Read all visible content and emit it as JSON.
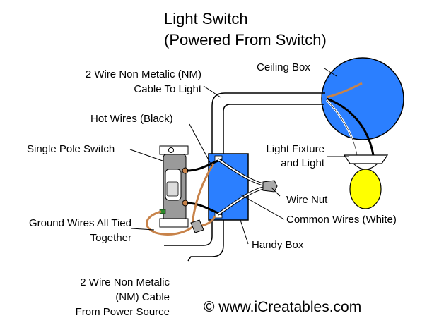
{
  "title": {
    "line1": "Light Switch",
    "line2": "(Powered From Switch)"
  },
  "labels": {
    "nm_cable_to_light_1": "2 Wire Non Metalic (NM)",
    "nm_cable_to_light_2": "Cable To Light",
    "hot_wires": "Hot Wires (Black)",
    "single_pole_switch": "Single Pole Switch",
    "ground_wires_1": "Ground Wires All Tied",
    "ground_wires_2": "Together",
    "nm_cable_power_1": "2 Wire Non Metalic",
    "nm_cable_power_2": "(NM) Cable",
    "nm_cable_power_3": "From Power Source",
    "ceiling_box": "Ceiling Box",
    "light_fixture_1": "Light Fixture",
    "light_fixture_2": "and Light",
    "wire_nut": "Wire Nut",
    "common_wires": "Common Wires (White)",
    "handy_box": "Handy Box"
  },
  "footer": "© www.iCreatables.com",
  "colors": {
    "ceiling_box": "#2b7fff",
    "handy_box": "#2b7fff",
    "bulb": "#ffff00",
    "hot_wire": "#000000",
    "common_wire": "#ffffff",
    "ground_wire": "#c8834a",
    "switch_body": "#9a9a9a",
    "fixture": "#ffffff"
  }
}
